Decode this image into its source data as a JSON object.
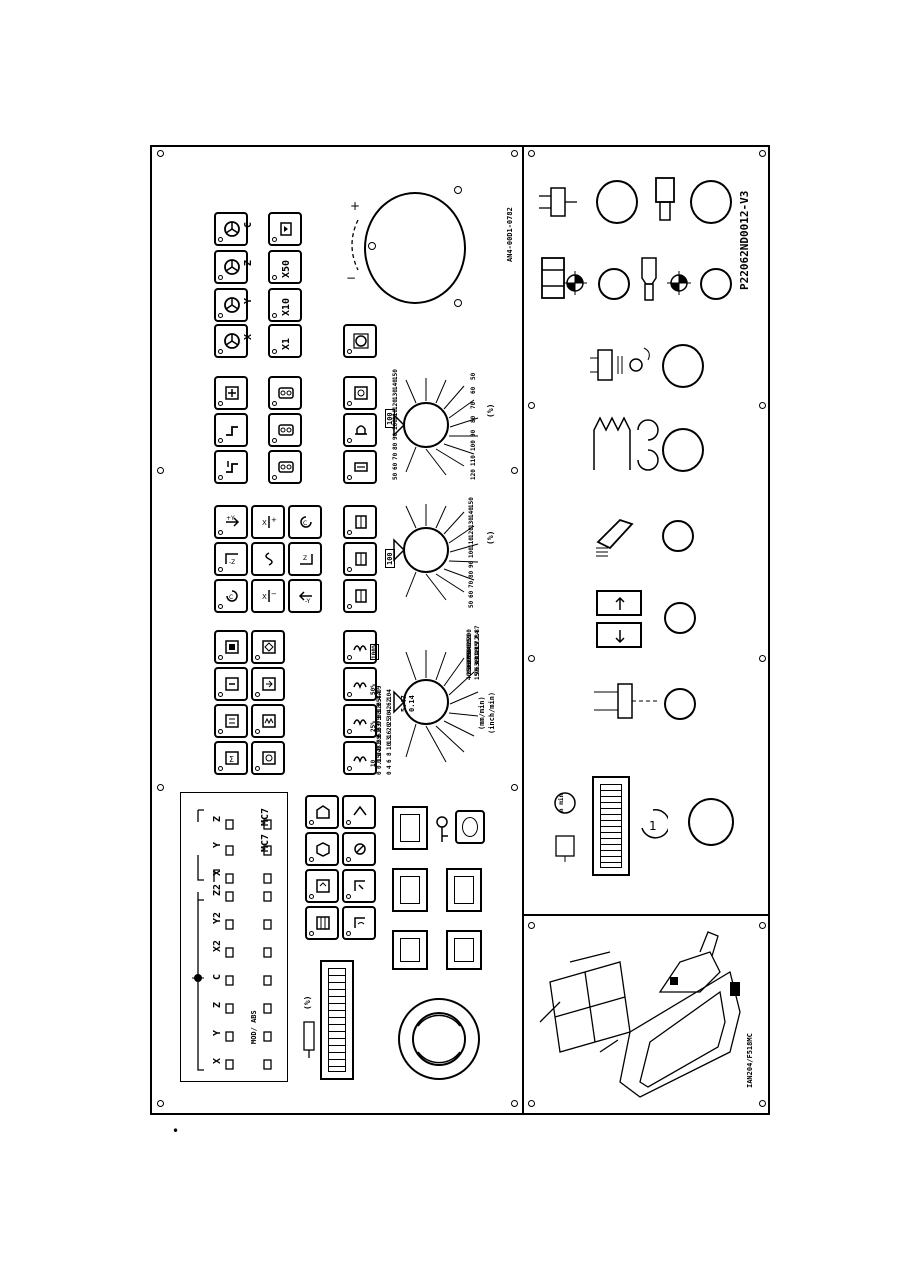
{
  "panel": {
    "code_right": "P22062ND0012-V3",
    "code_left": "AN4-00D1-0782",
    "model": "IAN204/F518MC",
    "dot": "•"
  },
  "mpg_keys": {
    "axes": [
      "C",
      "Z",
      "Y",
      "X"
    ],
    "multipliers": [
      "X1",
      "X10",
      "X50"
    ]
  },
  "axis_indicator": {
    "rows_top": [
      "Z",
      "Y",
      "X"
    ],
    "mc_labels": [
      "MC7",
      "MC7"
    ],
    "rows_bottom": [
      "Z2",
      "Y2",
      "X2",
      "C",
      "Z",
      "Y",
      "X"
    ],
    "mod_label": "MOD/ ABS"
  },
  "feed_override": {
    "unit_top": "(mm/min)",
    "unit_bottom": "(inch/min)",
    "values_mm": [
      "0",
      "4",
      "6",
      "8",
      "10",
      "13",
      "16",
      "20",
      "25",
      "30",
      "42",
      "62",
      "104"
    ],
    "values_inch": [
      "0",
      "0.15",
      "0.24",
      "0.31",
      "0.39",
      "0.51",
      "0.63",
      "0.79",
      "0.98",
      "1.18",
      "1.65",
      "2.44",
      "4.09"
    ],
    "values_top_mm": [
      "4000",
      "2500",
      "1600",
      "1000",
      "790",
      "500",
      "400",
      "250",
      "200"
    ],
    "values_top_inch": [
      "157",
      "98.4",
      "63.0",
      "39.4",
      "31.1",
      "19.7",
      "15.7",
      "9.84",
      "7.87"
    ],
    "centre": [
      "5.47",
      "0.14"
    ],
    "modes": [
      "10",
      "25%",
      "50%",
      "100%"
    ]
  },
  "rapid_override": {
    "values_left": [
      "50",
      "60",
      "70",
      "80",
      "90",
      "100",
      "110",
      "120",
      "130",
      "140",
      "150"
    ],
    "values_right": [
      "150",
      "140",
      "130",
      "120",
      "110",
      "100",
      "95",
      "90",
      "80",
      "70",
      "60",
      "50"
    ],
    "centre": "100",
    "unit": "(%)"
  },
  "spindle_override": {
    "values_left": [
      "50",
      "60",
      "70",
      "80",
      "90",
      "100",
      "110",
      "120",
      "130",
      "140",
      "150"
    ],
    "values_right": [
      "120",
      "110",
      "100",
      "90",
      "80",
      "70",
      "60",
      "50"
    ],
    "centre": "100",
    "unit": "(%)"
  },
  "load_meter": {
    "unit": "(%)"
  },
  "spindle_meter": {
    "unit": "n min"
  }
}
